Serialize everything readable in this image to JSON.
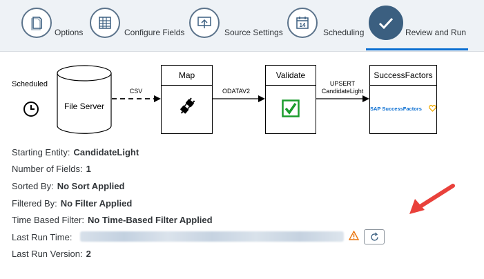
{
  "wizard": {
    "steps": [
      {
        "label": "Options",
        "icon": "document-icon",
        "active": false
      },
      {
        "label": "Configure Fields",
        "icon": "table-grid-icon",
        "active": false
      },
      {
        "label": "Source Settings",
        "icon": "upload-screen-icon",
        "active": false
      },
      {
        "label": "Scheduling",
        "icon": "calendar-icon",
        "calendar_day": "14",
        "active": false
      },
      {
        "label": "Review and Run",
        "icon": "checkmark-icon",
        "active": true
      }
    ]
  },
  "diagram": {
    "scheduled_label": "Scheduled",
    "file_server_label": "File Server",
    "csv_label": "CSV",
    "map_label": "Map",
    "odata_label": "ODATAV2",
    "validate_label": "Validate",
    "upsert_label": "UPSERT",
    "upsert_entity": "CandidateLight",
    "successfactors_label": "SuccessFactors",
    "sap_logo_text": "SAP SuccessFactors"
  },
  "details": {
    "starting_entity_label": "Starting Entity:",
    "starting_entity_value": "CandidateLight",
    "number_of_fields_label": "Number of Fields:",
    "number_of_fields_value": "1",
    "sorted_by_label": "Sorted By:",
    "sorted_by_value": "No Sort Applied",
    "filtered_by_label": "Filtered By:",
    "filtered_by_value": "No Filter Applied",
    "time_filter_label": "Time Based Filter:",
    "time_filter_value": "No Time-Based Filter Applied",
    "last_run_time_label": "Last Run Time:",
    "last_run_version_label": "Last Run Version:",
    "last_run_version_value": "2"
  },
  "colors": {
    "accent": "#0a6ed1",
    "step_active": "#3b5f80",
    "validate_green": "#1a9c2c",
    "warning": "#e9730c",
    "annotation_arrow": "#e9413b",
    "sap_blue": "#0a6ed1",
    "sap_gold": "#f0ab00"
  }
}
